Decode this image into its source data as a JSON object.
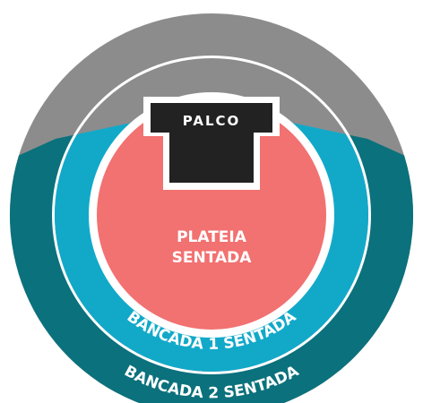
{
  "sections": {
    "stage": {
      "label": "PALCO"
    },
    "plateia": {
      "line1": "PLATEIA",
      "line2": "SENTADA"
    },
    "bancada1": {
      "label": "BANCADA 1 SENTADA"
    },
    "bancada2": {
      "label": "BANCADA 2 SENTADA"
    }
  },
  "colors": {
    "upper_ring": "#8c8c8d",
    "bancada2": "#0b717c",
    "bancada1": "#12a9c9",
    "plateia": "#f27171",
    "stage": "#222222",
    "gap": "#ffffff"
  }
}
